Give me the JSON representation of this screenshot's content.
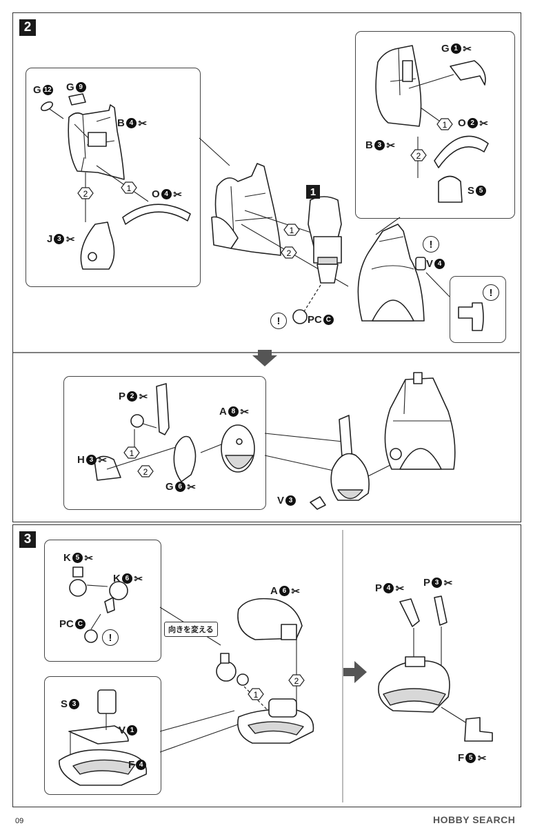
{
  "steps": {
    "s2": "2",
    "s3": "3",
    "sub1": "1"
  },
  "seq": {
    "one": "1",
    "two": "2"
  },
  "callout_text": "向きを変える",
  "warn": "!",
  "labels": {
    "g12": {
      "letter": "G",
      "num": "12"
    },
    "g9": {
      "letter": "G",
      "num": "9"
    },
    "b4": {
      "letter": "B",
      "num": "4"
    },
    "o4": {
      "letter": "O",
      "num": "4"
    },
    "j3": {
      "letter": "J",
      "num": "3"
    },
    "g1": {
      "letter": "G",
      "num": "1"
    },
    "o2": {
      "letter": "O",
      "num": "2"
    },
    "b3": {
      "letter": "B",
      "num": "3"
    },
    "s5": {
      "letter": "S",
      "num": "5"
    },
    "v4": {
      "letter": "V",
      "num": "4"
    },
    "pcc1": {
      "letter": "PC",
      "num": "C"
    },
    "p2": {
      "letter": "P",
      "num": "2"
    },
    "a8": {
      "letter": "A",
      "num": "8"
    },
    "h3": {
      "letter": "H",
      "num": "3"
    },
    "g6": {
      "letter": "G",
      "num": "6"
    },
    "v3": {
      "letter": "V",
      "num": "3"
    },
    "k5": {
      "letter": "K",
      "num": "5"
    },
    "k6": {
      "letter": "K",
      "num": "6"
    },
    "pcc2": {
      "letter": "PC",
      "num": "C"
    },
    "a6": {
      "letter": "A",
      "num": "6"
    },
    "s3": {
      "letter": "S",
      "num": "3"
    },
    "v1": {
      "letter": "V",
      "num": "1"
    },
    "f4": {
      "letter": "F",
      "num": "4"
    },
    "p4": {
      "letter": "P",
      "num": "4"
    },
    "p3": {
      "letter": "P",
      "num": "3"
    },
    "f5": {
      "letter": "F",
      "num": "5"
    }
  },
  "footer": {
    "page": "09"
  },
  "watermark": "HOBBY SEARCH"
}
